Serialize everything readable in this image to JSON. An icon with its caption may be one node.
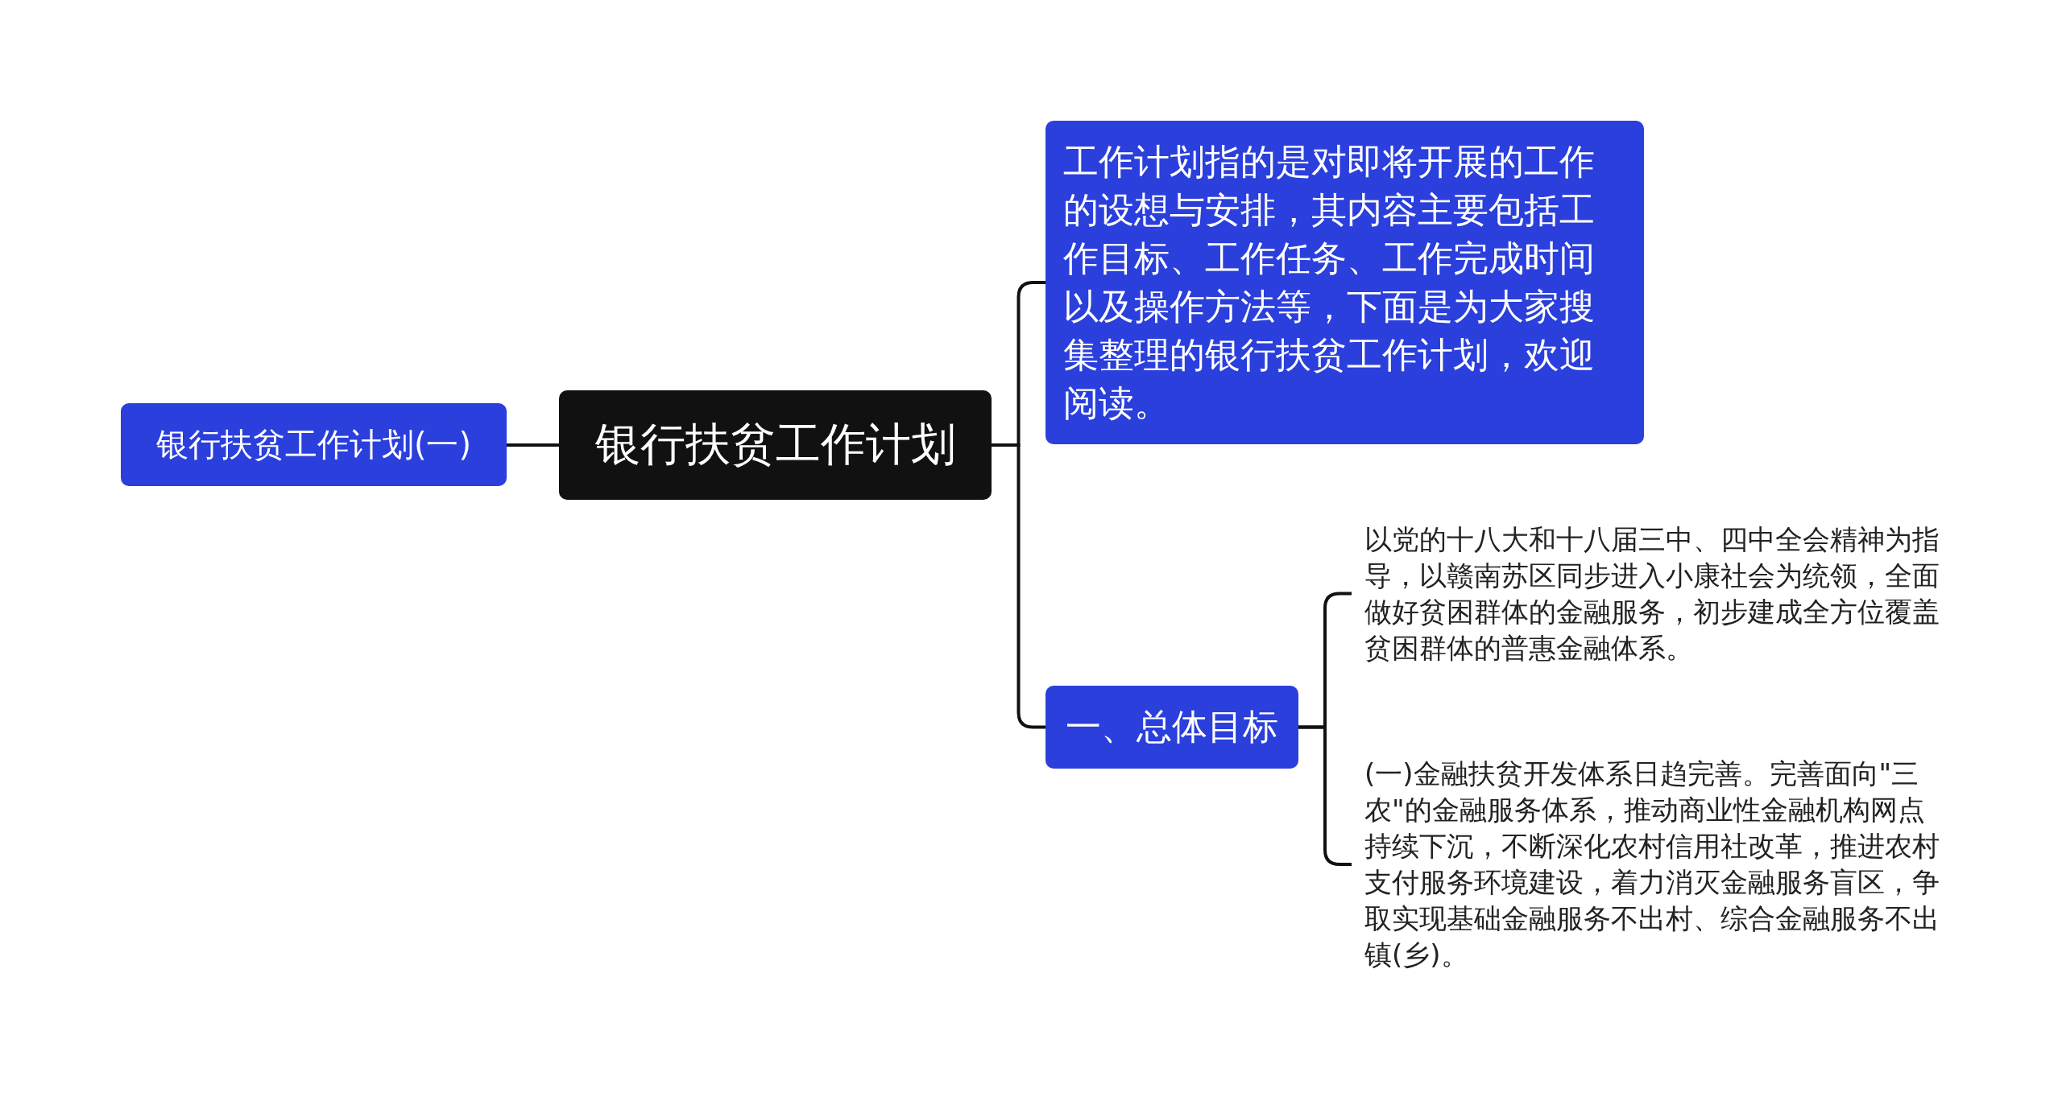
{
  "diagram": {
    "nodes": [
      {
        "text": [
          "银行扶贫工作计划"
        ]
      },
      {
        "text": [
          "银行扶贫工作计划(一)"
        ]
      },
      {
        "text": [
          "工作计划指的是对即将开展的工作的设想与安排，其内容主要包括工作目标、工作任务、工作完成时间以及操作方法等，下面是为大家搜集整理的银行扶贫工作计划，欢迎阅读。"
        ]
      },
      {
        "text": [
          "一、总体目标"
        ]
      },
      {
        "text": [
          "以党的十八大和十八届三中、四中全会精神为指导，以赣南苏区同步进入小康社会为统领，全面做好贫困群体的金融服务，初步建成全方位覆盖贫困群体的普惠金融体系。"
        ]
      },
      {
        "text": [
          "(一)金融扶贫开发体系日趋完善。完善面向\"三农\"的金融服务体系，推动商业性金融机构网点持续下沉，不断深化农村信用社改革，推进农村支付服务环境建设，着力消灭金融服务盲区，争取实现基础金融服务不出村、综合金融服务不出镇(乡)。"
        ]
      }
    ],
    "edges": [
      {
        "from": 0,
        "to": 1,
        "arrow": "none"
      },
      {
        "from": 0,
        "to": 2,
        "arrow": "none"
      },
      {
        "from": 0,
        "to": 3,
        "arrow": "none"
      },
      {
        "from": 3,
        "to": 4,
        "arrow": "none"
      },
      {
        "from": 3,
        "to": 5,
        "arrow": "none"
      }
    ]
  }
}
